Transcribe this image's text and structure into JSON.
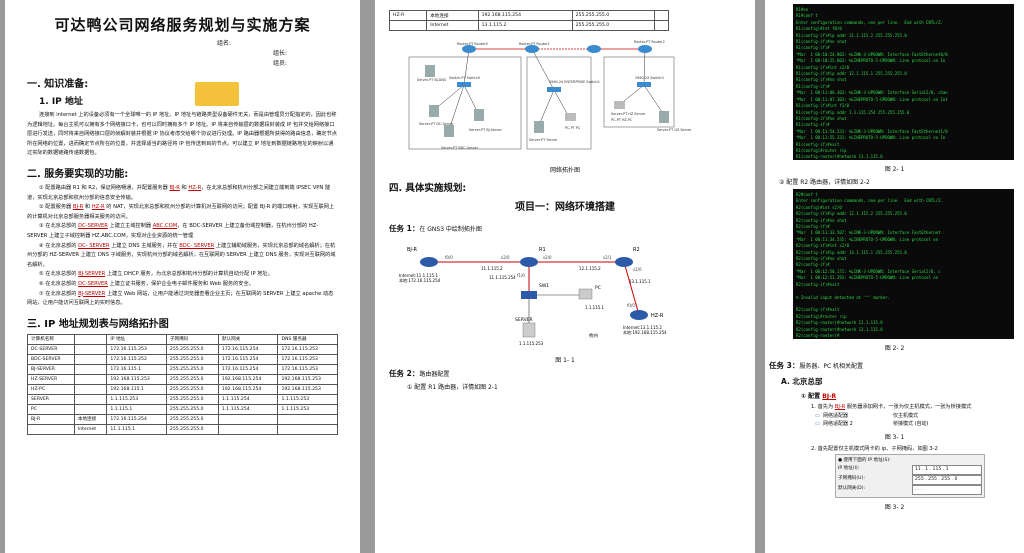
{
  "page1": {
    "title": "可达鸭公司网络服务规划与实施方案",
    "group_label": "组名:",
    "leader_label": "组长:",
    "member_label": "组员:",
    "sec1": "一.   知识准备:",
    "sec1_1": "1.   IP 地址",
    "ip_para": "连接到 internet 上的设备必须有一个全球唯一的 IP 地址。IP 地址与链路类型设备硬件无关，而是由管理员分配指定的，因此也称为逻辑地址。每台主机可以拥有多个网络接口卡，也可以同时拥有多个 IP 地址。IP 将来自传输层的数据段封装成 IP 包并交给网络接口层进行发送，同时将来自网络接口层的帧解封装并根据 IP 协议考虑交给哪个协议进行处理。IP 路由器根据所获得的路由信息，确定节点所在网络的位置，进而确定节点所在的位置，并选择适当的路径将 IP 包传送到目的节点。可以建立 IP 地址到数据链路地址的映射以通过实际的数据链路传递数据包。",
    "sec2": "二.   服务要实现的功能:",
    "func_items": [
      {
        "pre": "①   配置路由器 R1 和 R2，保证网络畅通，并配置服务器 ",
        "r1": "BJ-R",
        "mid": " 和 ",
        "r2": "HZ-R",
        "post": "，在北京总部和杭州分部之间建立端到端 IPSEC VPN 隧道，实现北京总部和杭州分部的信息安全传输。"
      },
      {
        "pre": "②   配置服务器 ",
        "r1": "BJ-R",
        "mid": " 和 ",
        "r2": "HZ-R",
        "post": " 的 NAT，实现北京总部和杭州分部的计算机对互联网的访问；配置 BJ-R 的端口映射，实现互联网上的计算机对北京总部服务器相关服务的访问。"
      },
      {
        "pre": "③   在北京总部的 ",
        "r1": "DC-SERVER",
        "mid": " 上建立主域控制器 ",
        "r2": "ABC.COM",
        "post": "，在 BDC-SERVER 上建立备份域控制器，在杭州分部的 HZ-SERVER 上建立子域控制器 HZ.ABC.COM，实现对企业资源的统一管理"
      },
      {
        "pre": "④   在北京总部的 ",
        "r1": "DC- SERVER",
        "mid": " 上建立 DNS 主域服务，并在 ",
        "r2": "BDC- SERVER",
        "post": " 上建立辅助域服务，实现北京总部的域名解析；在杭州分部的 HZ-SERVER 上建立 DNS 子域服务，实现杭州分部的域名解析，在互联网的 SERVER 上建立 DNS 服务，实现对互联网的域名解析。"
      },
      {
        "pre": "⑤   在北京总部的 ",
        "r1": "BJ-SERVER",
        "mid": "",
        "r2": "",
        "post": " 上建立 DHCP 服务，为北京总部和杭州分部的计算机自动分配 IP 地址。"
      },
      {
        "pre": "⑥   在北京总部的 ",
        "r1": "DC-SERVER",
        "mid": "",
        "r2": "",
        "post": " 上建立证书服务，保护企业电子邮件服务和 Web 服务的安全。"
      },
      {
        "pre": "⑦   在北京总部的 ",
        "r1": "BJ-SERVER",
        "mid": "",
        "r2": "",
        "post": " 上建立 Web 网站，让用户能通过浏览器查看企业主页；在互联网的 SERVER 上建立 apache 动态网站，让用户能访问互联网上的实时信息。"
      }
    ],
    "sec3": "三.   IP 地址规划表与网络拓扑图",
    "table_rows": [
      [
        "计算机名称",
        "",
        "IP 地址",
        "子网掩码",
        "默认网关",
        "DNS 服务器"
      ],
      [
        "DC-SERVER",
        "",
        "172.16.115.253",
        "255.255.255.0",
        "172.16.115.254",
        "172.16.115.253"
      ],
      [
        "BDC-SERVER",
        "",
        "172.16.115.252",
        "255.255.255.0",
        "172.16.115.254",
        "172.16.115.253"
      ],
      [
        "BJ-SERVER",
        "",
        "172.16.115.1",
        "255.255.255.0",
        "172.16.115.254",
        "172.16.115.253"
      ],
      [
        "HZ-SERVER",
        "",
        "192.168.115.253",
        "255.255.255.0",
        "192.168.115.254",
        "192.168.115.253"
      ],
      [
        "HZ-PC",
        "",
        "192.168.115.1",
        "255.255.255.0",
        "192.168.115.254",
        "192.168.115.253"
      ],
      [
        "SERVER",
        "",
        "1.1.115.253",
        "255.255.255.0",
        "1.1.115.254",
        "1.1.115.253"
      ],
      [
        "PC",
        "",
        "1.1.115.1",
        "255.255.255.0",
        "1.1.115.254",
        "1.1.115.253"
      ],
      [
        "BJ-R",
        "本地连接",
        "172.16.115.254",
        "255.255.255.0",
        "",
        ""
      ],
      [
        "",
        "Internet",
        "11.1.115.1",
        "255.255.255.0",
        "",
        ""
      ]
    ]
  },
  "page2": {
    "top_rows": [
      [
        "HZ-R",
        "本地连接",
        "192.168.115.254",
        "255.255.255.0",
        ""
      ],
      [
        "",
        "Internet",
        "13.1.115.2",
        "255.255.255.0",
        ""
      ]
    ],
    "topo_nodes": [
      "Server-PT BJ-DNS",
      "Router-PT Router0",
      "Router-PT Router1",
      "Router-PT Router2",
      "Server-PT DC-Server",
      "Server-PT BJ-Server",
      "Server-PT BDC-Server",
      "Switch-PT Switch0",
      "2960-24 ENTERPRISE Switch2",
      "Server-PT Server",
      "PC-PT PC",
      "Server-PT HZ-Server",
      "PC-PT HZ-PC",
      "2960-24 Switch3",
      "Server-PT HZ-Server"
    ],
    "topo_caption": "网络拓扑图",
    "sec4": "四.   具体实施规划:",
    "project1": "项目一：网络环境搭建",
    "task1_label": "任务 1：",
    "task1_text": "在 GNS3 中绘制拓扑图",
    "gns_labels": {
      "bjr": "BJ-R",
      "r1": "R1",
      "r2": "R2",
      "hzr": "HZ-R",
      "sw": "SW1",
      "pc": "PC",
      "server": "SERVER",
      "f00a": "f0/0",
      "s20a": "s2/0",
      "s20b": "s2/0",
      "s21": "s2/1",
      "s20c": "s2/0",
      "f10": "f1/0",
      "f00b": "f0/0",
      "net1": "11.1.115.2",
      "net2": "12.1.115.2",
      "net3": "11.1.115.254",
      "net4": "13.1.115.1",
      "net5": "1.1.115.1",
      "net6": "1.1.115.253",
      "bj_note": "Internet:11.1.115.1\n本地:172.16.115.254",
      "hz_note": "Internet:13.1.115.2\n本地:192.168.115.254",
      "hangzhou": "杭州"
    },
    "fig1_1": "图 1- 1",
    "task2_label": "任务 2：",
    "task2_text": "路由器配置",
    "task2_sub": "①   配置 R1 路由器，详情如图 2-1"
  },
  "page3": {
    "term1": "R1#en\nR1#conf t\nEnter configuration commands, one per line.  End with CNTL/Z.\nR1(config)#int f0/0\nR1(config-if)#ip addr 11.1.115.2 255.255.255.0\nR1(config-if)#no shut\nR1(config-if)#\n*Mar  1 00:10:24.803: %LINK-3-UPDOWN: Interface FastEthernet0/0\n*Mar  1 00:10:25.803: %LINEPROTO-5-UPDOWN: Line protocol on In\nR1(config-if)#int s2/0\nR1(config-if)#ip addr 12.1.115.1 255.255.255.0\nR1(config-if)#no shut\nR1(config-if)#\n*Mar  1 00:11:06.303: %LINK-3-UPDOWN: Interface Serial2/0, chan\n*Mar  1 00:11:07.303: %LINEPROTO-5-UPDOWN: Line protocol on Int\nR1(config-if)#int f1/0\nR1(config-if)#ip addr 1.1.115.254 255.255.255.0\nR1(config-if)#no shut\nR1(config-if)#\n*Mar  1 00:11:54.231: %LINK-3-UPDOWN: Interface FastEthernet1/0\n*Mar  1 00:11:55.231: %LINEPROTO-5-UPDOWN: Line protocol on In\nR1(config-if)#exit\nR1(config)#router rip\nR1(config-router)#network 11.1.115.0\nR1(config-router)#network 1.1.115.0\nR1(config-router)#network 12.1.115.0\nR1(config-router)#",
    "fig2_1": "图 2- 1",
    "sub2": "②   配置 R2 路由器，详情如图 2-2",
    "term2": "R2#conf t\nEnter configuration commands, one per line.  End with CNTL/Z.\nR2(config)#int s2/0\nR2(config-if)#ip addr 12.1.115.2 255.255.255.0\nR2(config-if)#no shut\nR2(config-if)#\n*Mar  1 00:11:33.507: %LINK-3-UPDOWN: Interface FastEthernet\n*Mar  1 00:11:34.535: %LINEPROTO-5-UPDOWN: Line protocol on\nR2(config-if)#int s2/0\nR2(config-if)#ip addr 13.1.115.1 255.255.255.0\nR2(config-if)#no shut\nR2(config-if)#\n*Mar  1 00:12:50.171: %LINK-3-UPDOWN: Interface Serial2/0, c\n*Mar  1 00:12:51.291: %LINEPROTO-5-UPDOWN: Line protocol on\nR2(config-if)#exit\n\n% Invalid input detected at '^' marker.\n\nR2(config-if)#exit\nR2(config)#router rip\nR2(config-router)#network 12.1.115.0\nR2(config-router)#network 13.1.115.0\nR2(config-router)#",
    "fig2_2": "图 2- 2",
    "task3_label": "任务 3：",
    "task3_text": "服务器、PC 机相关配置",
    "sec_a": "A. 北京总部",
    "sub_bjr_pre": "①   配置 ",
    "sub_bjr": "BJ-R",
    "step1_pre": "1. 首先为 ",
    "step1_red": "BJ-R",
    "step1_post": " 服务器添加网卡，一张为仅主机模式，一张为桥接模式",
    "adapters": [
      {
        "name": "网络适配器",
        "mode": "仅主机模式"
      },
      {
        "name": "网络适配器 2",
        "mode": "桥接模式 (自动)"
      }
    ],
    "fig3_1": "图 3- 1",
    "step2": "2. 首先配置仅主机模式网卡的 ip、子网掩码，如图 3-2",
    "ipform": {
      "radio": "● 使用下面的 IP 地址(S):",
      "ip_label": "IP 地址(I):",
      "ip_value": "11 . 1 . 115 . 1",
      "mask_label": "子网掩码(U):",
      "mask_value": "255 . 255 . 255 . 0",
      "gw_label": "默认网关(D):",
      "gw_value": " .   .   . "
    },
    "fig3_2": "图 3- 2"
  }
}
